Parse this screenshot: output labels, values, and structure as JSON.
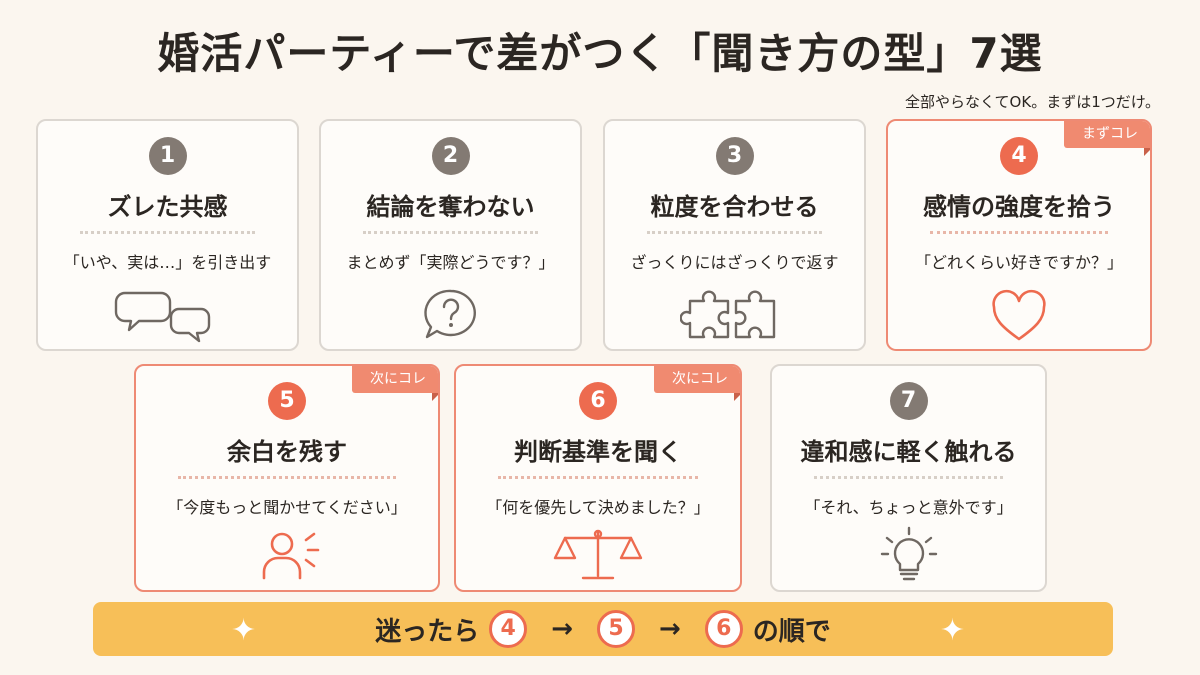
{
  "title": "婚活パーティーで差がつく「聞き方の型」7選",
  "subtitle": "全部やらなくてOK。まずは1つだけ。",
  "cards": [
    {
      "num": "1",
      "heading": "ズレた共感",
      "desc": "「いや、実は…」を引き出す",
      "icon": "speech-bubbles-icon"
    },
    {
      "num": "2",
      "heading": "結論を奪わない",
      "desc": "まとめず「実際どうです？」",
      "icon": "question-bubble-icon"
    },
    {
      "num": "3",
      "heading": "粒度を合わせる",
      "desc": "ざっくりにはざっくりで返す",
      "icon": "puzzle-icon"
    },
    {
      "num": "4",
      "heading": "感情の強度を拾う",
      "desc": "「どれくらい好きですか？」",
      "icon": "heart-icon",
      "ribbon": "まずコレ"
    },
    {
      "num": "5",
      "heading": "余白を残す",
      "desc": "「今度もっと聞かせてください」",
      "icon": "person-icon",
      "ribbon": "次にコレ"
    },
    {
      "num": "6",
      "heading": "判断基準を聞く",
      "desc": "「何を優先して決めました？」",
      "icon": "scale-icon",
      "ribbon": "次にコレ"
    },
    {
      "num": "7",
      "heading": "違和感に軽く触れる",
      "desc": "「それ、ちょっと意外です」",
      "icon": "lightbulb-icon"
    }
  ],
  "banner": {
    "prefix": "迷ったら",
    "steps": [
      "4",
      "5",
      "6"
    ],
    "arrow": "→",
    "suffix": "の順で",
    "sparkle": "✦"
  },
  "colors": {
    "accent": "#ed6b4f",
    "ribbon": "#f08a70",
    "banner": "#f7bf58",
    "neutral_badge": "#837a73",
    "background": "#fbf6ef"
  }
}
